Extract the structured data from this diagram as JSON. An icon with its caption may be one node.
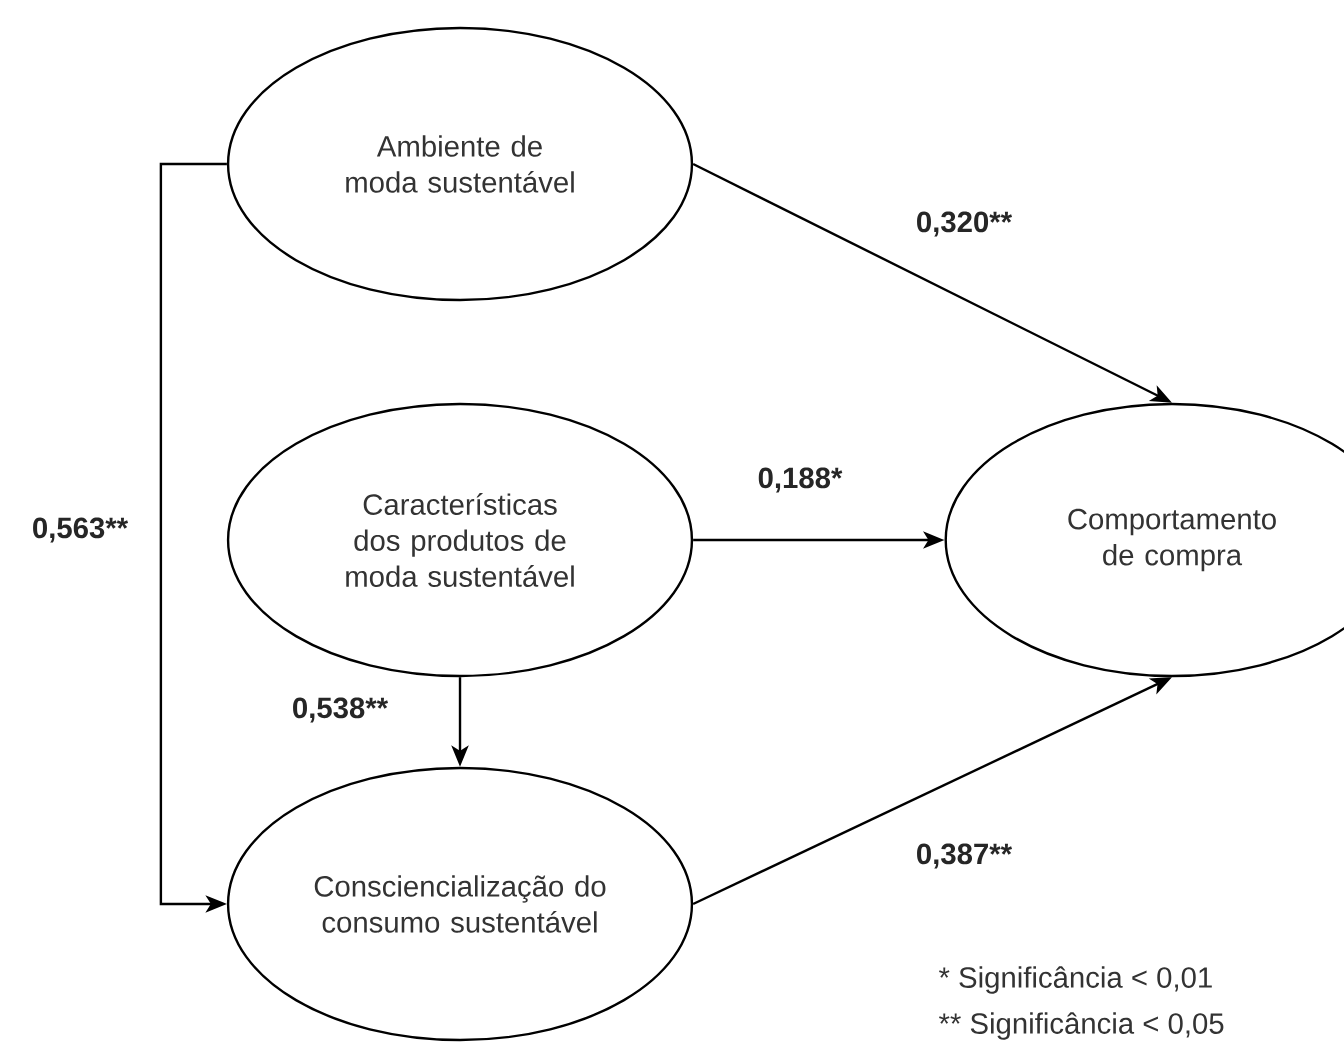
{
  "diagram": {
    "nodes": [
      {
        "text": [
          "Ambiente de moda sustentável"
        ]
      },
      {
        "text": [
          "Características dos produtos de moda sustentável"
        ]
      },
      {
        "text": [
          "Comportamento de compra"
        ]
      },
      {
        "text": [
          "Consciencialização do consumo sustentável"
        ]
      }
    ],
    "edges": [
      {
        "from": 0,
        "to": 2,
        "arrow": "to",
        "label": "0,320**"
      },
      {
        "from": 1,
        "to": 2,
        "arrow": "to",
        "label": "0,188*"
      },
      {
        "from": 1,
        "to": 3,
        "arrow": "to",
        "label": "0,538**"
      },
      {
        "from": 0,
        "to": 3,
        "arrow": "to",
        "label": "0,563**"
      },
      {
        "from": 3,
        "to": 2,
        "arrow": "to",
        "label": "0,387**"
      }
    ],
    "labels": [
      "* Significância < 0,01",
      "** Significância < 0,05"
    ]
  }
}
